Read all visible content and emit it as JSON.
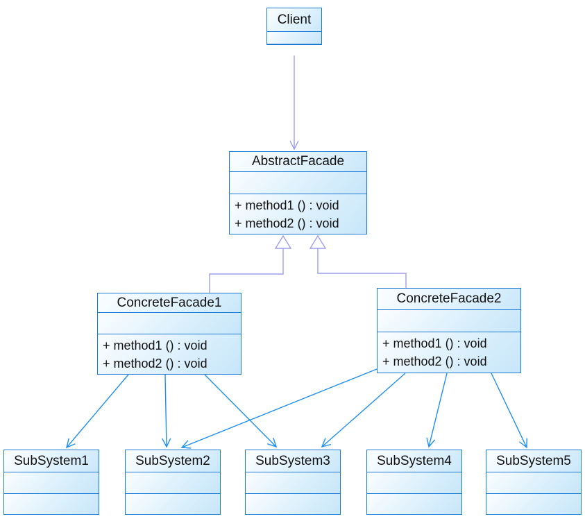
{
  "diagram": {
    "pattern": "Facade",
    "colors": {
      "box_border": "#1b7ad4",
      "box_fill_light": "#fbfdff",
      "box_fill_dark": "#c7e6fa",
      "generalization_edge": "#9d9def",
      "association_edge": "#1e8ff2",
      "text": "#111111",
      "background": "#ffffff"
    }
  },
  "classes": {
    "client": {
      "name": "Client"
    },
    "abstract_facade": {
      "name": "AbstractFacade",
      "methods": [
        "+ method1 () : void",
        "+ method2 () : void"
      ]
    },
    "concrete_facade1": {
      "name": "ConcreteFacade1",
      "methods": [
        "+ method1 () : void",
        "+ method2 () : void"
      ]
    },
    "concrete_facade2": {
      "name": "ConcreteFacade2",
      "methods": [
        "+ method1 () : void",
        "+ method2 () : void"
      ]
    },
    "subsystem1": {
      "name": "SubSystem1"
    },
    "subsystem2": {
      "name": "SubSystem2"
    },
    "subsystem3": {
      "name": "SubSystem3"
    },
    "subsystem4": {
      "name": "SubSystem4"
    },
    "subsystem5": {
      "name": "SubSystem5"
    }
  },
  "relationships": [
    {
      "from": "Client",
      "to": "AbstractFacade",
      "type": "directed-association"
    },
    {
      "from": "ConcreteFacade1",
      "to": "AbstractFacade",
      "type": "generalization"
    },
    {
      "from": "ConcreteFacade2",
      "to": "AbstractFacade",
      "type": "generalization"
    },
    {
      "from": "ConcreteFacade1",
      "to": "SubSystem1",
      "type": "directed-association"
    },
    {
      "from": "ConcreteFacade1",
      "to": "SubSystem2",
      "type": "directed-association"
    },
    {
      "from": "ConcreteFacade1",
      "to": "SubSystem3",
      "type": "directed-association"
    },
    {
      "from": "ConcreteFacade2",
      "to": "SubSystem2",
      "type": "directed-association"
    },
    {
      "from": "ConcreteFacade2",
      "to": "SubSystem3",
      "type": "directed-association"
    },
    {
      "from": "ConcreteFacade2",
      "to": "SubSystem4",
      "type": "directed-association"
    },
    {
      "from": "ConcreteFacade2",
      "to": "SubSystem5",
      "type": "directed-association"
    }
  ]
}
